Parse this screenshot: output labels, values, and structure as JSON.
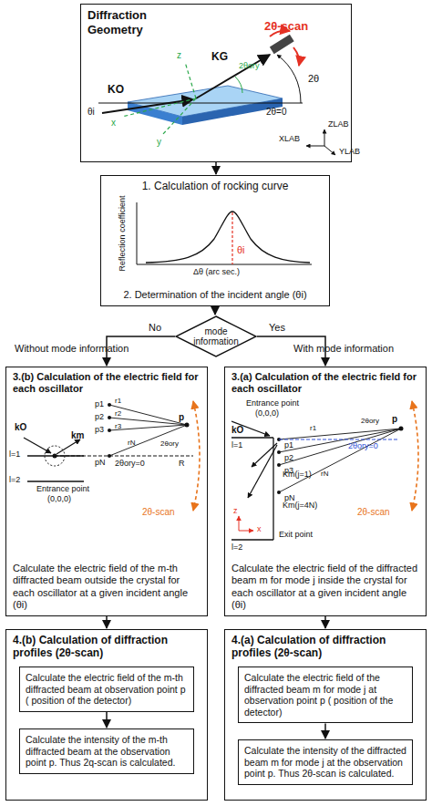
{
  "diagram": {
    "nodes": [
      {
        "text": [
          "Diffraction Geometry"
        ]
      },
      {
        "text": [
          "1. Calculation of rocking curve",
          "2. Determination of the incident angle (θi)"
        ]
      },
      {
        "text": [
          "mode information"
        ]
      },
      {
        "text": [
          "3.(b) Calculation of the electric field for each oscillator",
          "Calculate the electric field of the m-th diffracted beam outside the crystal for each oscillator at a given incident angle (θi)"
        ]
      },
      {
        "text": [
          "3.(a) Calculation of the electric field for each oscillator",
          "Calculate the electric field of the diffracted beam m for mode j inside the crystal for each oscillator at a given incident angle (θi)"
        ]
      },
      {
        "text": [
          "4.(b) Calculation of diffraction profiles (2θ-scan)"
        ]
      },
      {
        "text": [
          "Calculate the electric field of the m-th diffracted beam at observation point p ( position of the detector)"
        ],
        "in": 5
      },
      {
        "text": [
          "Calculate the intensity of the m-th diffracted beam at the observation point p. Thus 2q-scan is calculated."
        ],
        "in": 5
      },
      {
        "text": [
          "4.(a) Calculation of diffraction profiles (2θ-scan)"
        ]
      },
      {
        "text": [
          "Calculate the electric field of the diffracted beam m for mode j at observation point p ( position of the detector)"
        ],
        "in": 8
      },
      {
        "text": [
          "Calculate the intensity of the diffracted beam m for mode j at the observation point p. Thus 2θ-scan is calculated."
        ],
        "in": 8
      }
    ],
    "edges": [
      {
        "from": 0,
        "to": 1,
        "arrow": "to"
      },
      {
        "from": 1,
        "to": 2,
        "arrow": "to"
      },
      {
        "from": 2,
        "to": 3,
        "label": "No",
        "arrow": "to"
      },
      {
        "from": 2,
        "to": 4,
        "label": "Yes",
        "arrow": "to"
      },
      {
        "from": 3,
        "to": 5,
        "arrow": "to"
      },
      {
        "from": 4,
        "to": 8,
        "arrow": "to"
      },
      {
        "from": 6,
        "to": 7,
        "arrow": "to"
      },
      {
        "from": 9,
        "to": 10,
        "arrow": "to"
      }
    ],
    "labels": [
      "2θ-scan",
      "KO",
      "KG",
      "2θory",
      "2θ",
      "θi",
      "2θ=0",
      "z",
      "x",
      "y",
      "ZLAB",
      "XLAB",
      "YLAB",
      "Reflection coefficient",
      "Δθ (arc sec.)",
      "θi",
      "Without mode information",
      "With mode information",
      "kO",
      "km",
      "l=1",
      "l=2",
      "Entrance point",
      "(0,0,0)",
      "p1",
      "p2",
      "p3",
      "pN",
      "r1",
      "r2",
      "r3",
      "rN",
      "p",
      "2θory",
      "2θory=0",
      "R",
      "2θ-scan",
      "Entrance point",
      "(0,0,0)",
      "kO",
      "l=1",
      "p1",
      "p2",
      "p3",
      "pN",
      "r1",
      "rN",
      "p",
      "2θory",
      "2θory=0",
      "Km(j=1)",
      "Km(j=4N)",
      "l=2",
      "Exit point",
      "z",
      "x",
      "2θ-scan"
    ]
  }
}
